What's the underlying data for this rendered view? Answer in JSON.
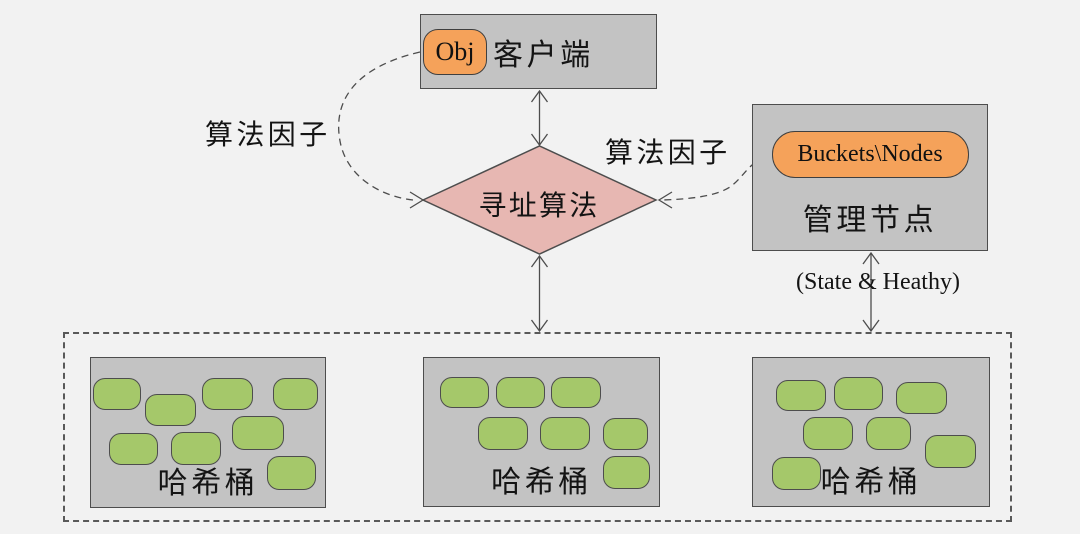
{
  "diagram": {
    "client": {
      "tag": "Obj",
      "label": "客户端"
    },
    "algorithm": {
      "label": "寻址算法"
    },
    "manager": {
      "tag": "Buckets\\Nodes",
      "label": "管理节点"
    },
    "left_factor_label": "算法因子",
    "right_factor_label": "算法因子",
    "state_label": "(State & Heathy)",
    "buckets": [
      {
        "label": "哈希桶",
        "object_count": 8
      },
      {
        "label": "哈希桶",
        "object_count": 7
      },
      {
        "label": "哈希桶",
        "object_count": 7
      }
    ],
    "colors": {
      "background": "#f2f2f2",
      "node_fill": "#c3c3c3",
      "node_border": "#4d4d4d",
      "tag_fill": "#f5a25a",
      "diamond_fill": "#e7b7b2",
      "object_fill": "#a5c86a",
      "dashed_border": "#595959",
      "line": "#4d4d4d",
      "text": "#141414"
    }
  }
}
